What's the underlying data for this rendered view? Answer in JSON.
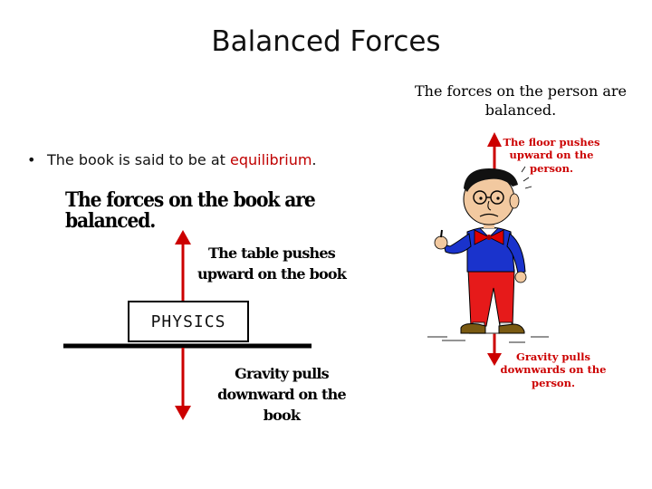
{
  "slide": {
    "title": "Balanced Forces",
    "bullet": {
      "text_before": "The book is said to be at ",
      "highlight": "equilibrium",
      "text_after": "."
    }
  },
  "book_figure": {
    "heading": "The forces on the book are balanced.",
    "upward_label": "The table pushes upward on the book",
    "downward_label": "Gravity pulls downward on the book",
    "book_label": "PHYSICS"
  },
  "person_figure": {
    "heading": "The forces on the person are balanced.",
    "upward_label": "The floor pushes upward on the person.",
    "downward_label": "Gravity pulls downwards on the person."
  },
  "colors": {
    "arrow": "#cc0000",
    "highlight": "#c00000",
    "shirt": "#1a33cc",
    "pants": "#e61a1a",
    "bow_tie": "#dd0000"
  }
}
